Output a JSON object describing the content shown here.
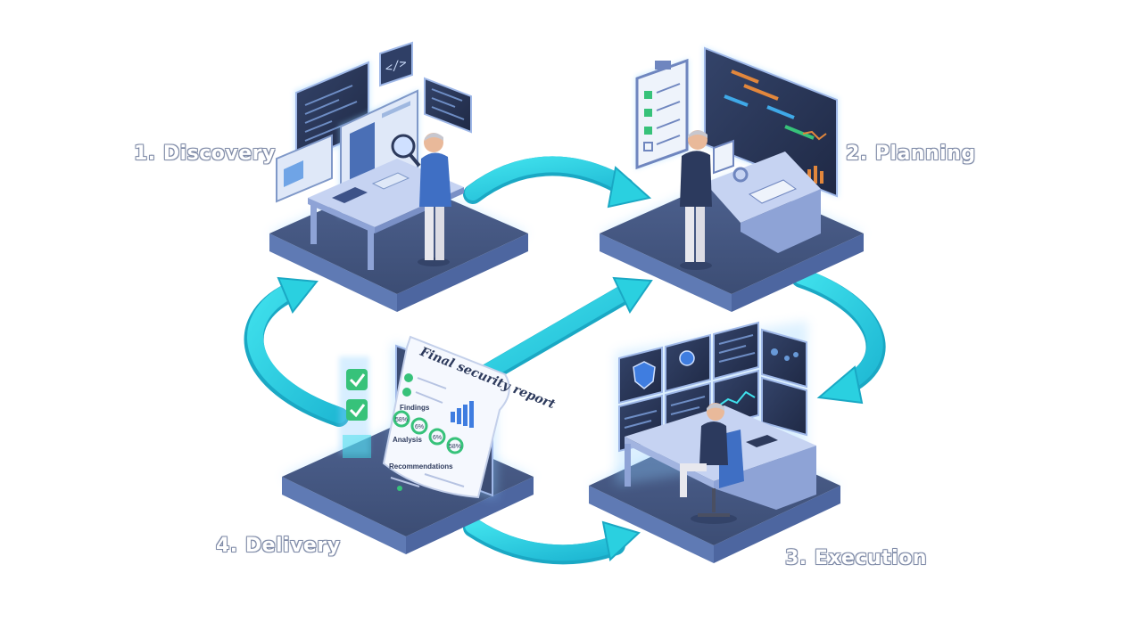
{
  "stages": [
    {
      "id": "discovery",
      "label": "1. Discovery"
    },
    {
      "id": "planning",
      "label": "2. Planning"
    },
    {
      "id": "execution",
      "label": "3. Execution"
    },
    {
      "id": "delivery",
      "label": "4. Delivery"
    }
  ],
  "report": {
    "title": "Final security report",
    "section_findings": "Findings",
    "section_analysis": "Analysis",
    "section_recommendations": "Recommendations",
    "gauges": [
      "58%",
      "6%",
      "6%",
      "58%"
    ]
  },
  "code_icon": "</>",
  "colors": {
    "arrow": "#2ad0e0",
    "arrow_edge": "#19a9c6",
    "platform_top": "#46597f",
    "platform_side": "#5f7ab4",
    "platform_glow": "#8fd0ff",
    "desk": "#a9bbe8",
    "screen_dark": "#2d3a5c",
    "accent_blue": "#3f7de0",
    "check_green": "#37c27a"
  }
}
